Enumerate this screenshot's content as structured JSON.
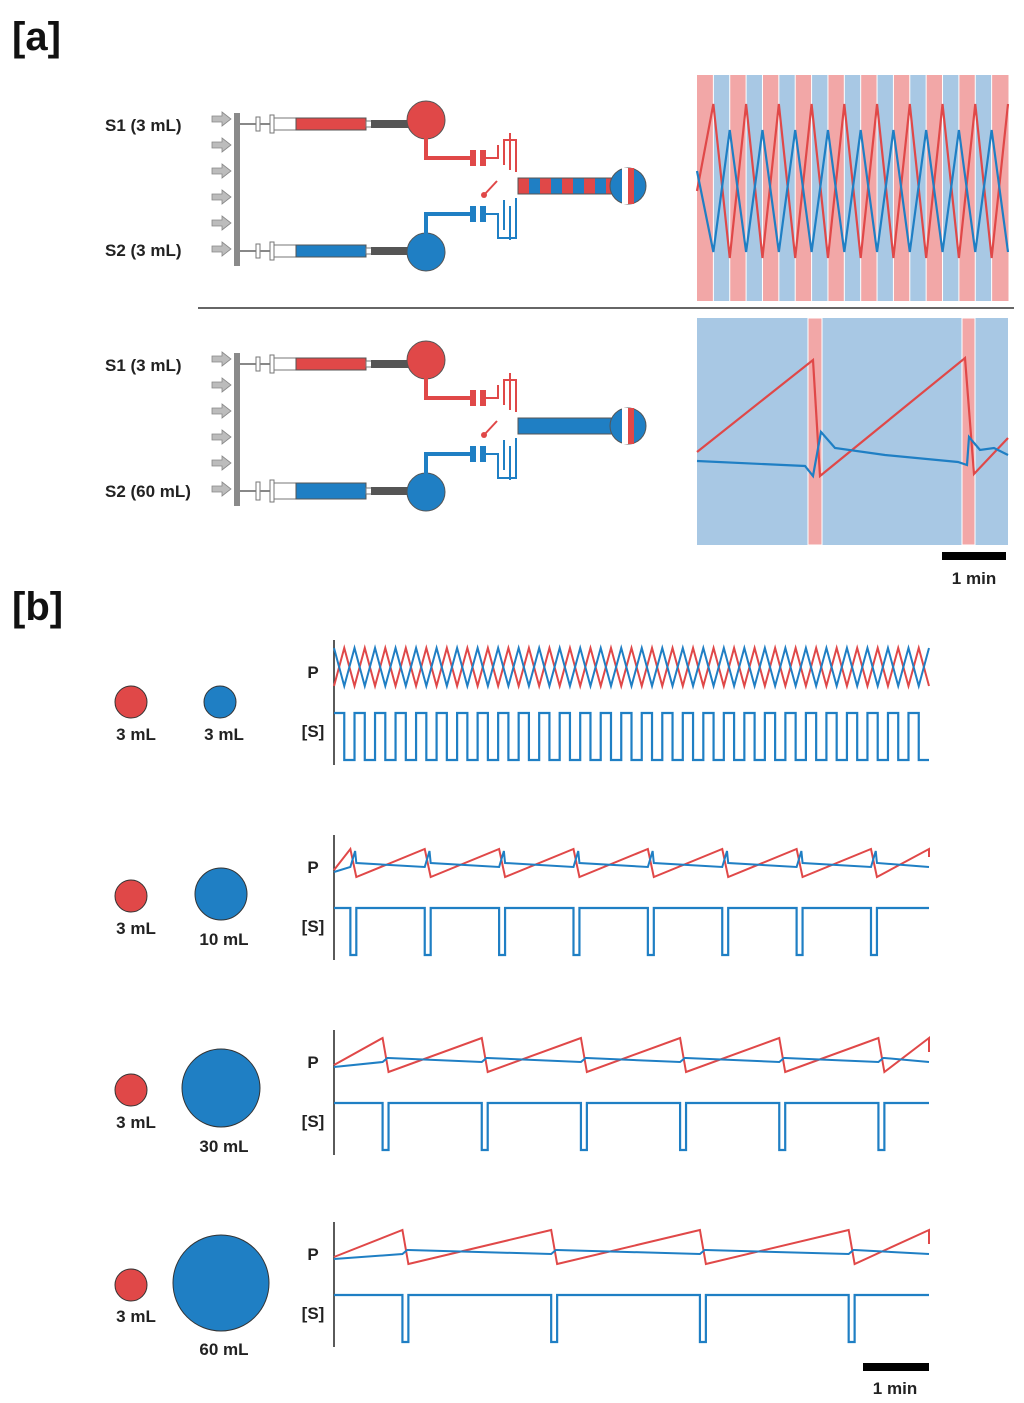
{
  "panel_a": {
    "label": "[a]",
    "top": {
      "s1_label": "S1 (3 mL)",
      "s2_label": "S2 (3 mL)"
    },
    "bottom": {
      "s1_label": "S1 (3 mL)",
      "s2_label": "S2 (60 mL)"
    },
    "scale_label": "1 min"
  },
  "panel_b": {
    "label": "[b]",
    "rows": [
      {
        "left_label": "3 mL",
        "right_label": "3 mL",
        "right_volume": 3,
        "p_label": "P",
        "s_label": "[S]"
      },
      {
        "left_label": "3 mL",
        "right_label": "10 mL",
        "right_volume": 10,
        "p_label": "P",
        "s_label": "[S]"
      },
      {
        "left_label": "3 mL",
        "right_label": "30 mL",
        "right_volume": 30,
        "p_label": "P",
        "s_label": "[S]"
      },
      {
        "left_label": "3 mL",
        "right_label": "60 mL",
        "right_volume": 60,
        "p_label": "P",
        "s_label": "[S]"
      }
    ],
    "scale_label": "1 min"
  },
  "colors": {
    "red": "#e04848",
    "blue": "#1f7fc4",
    "red_light": "#f2a7a7",
    "blue_light": "#a8c8e4",
    "gray": "#8a8a8a"
  }
}
